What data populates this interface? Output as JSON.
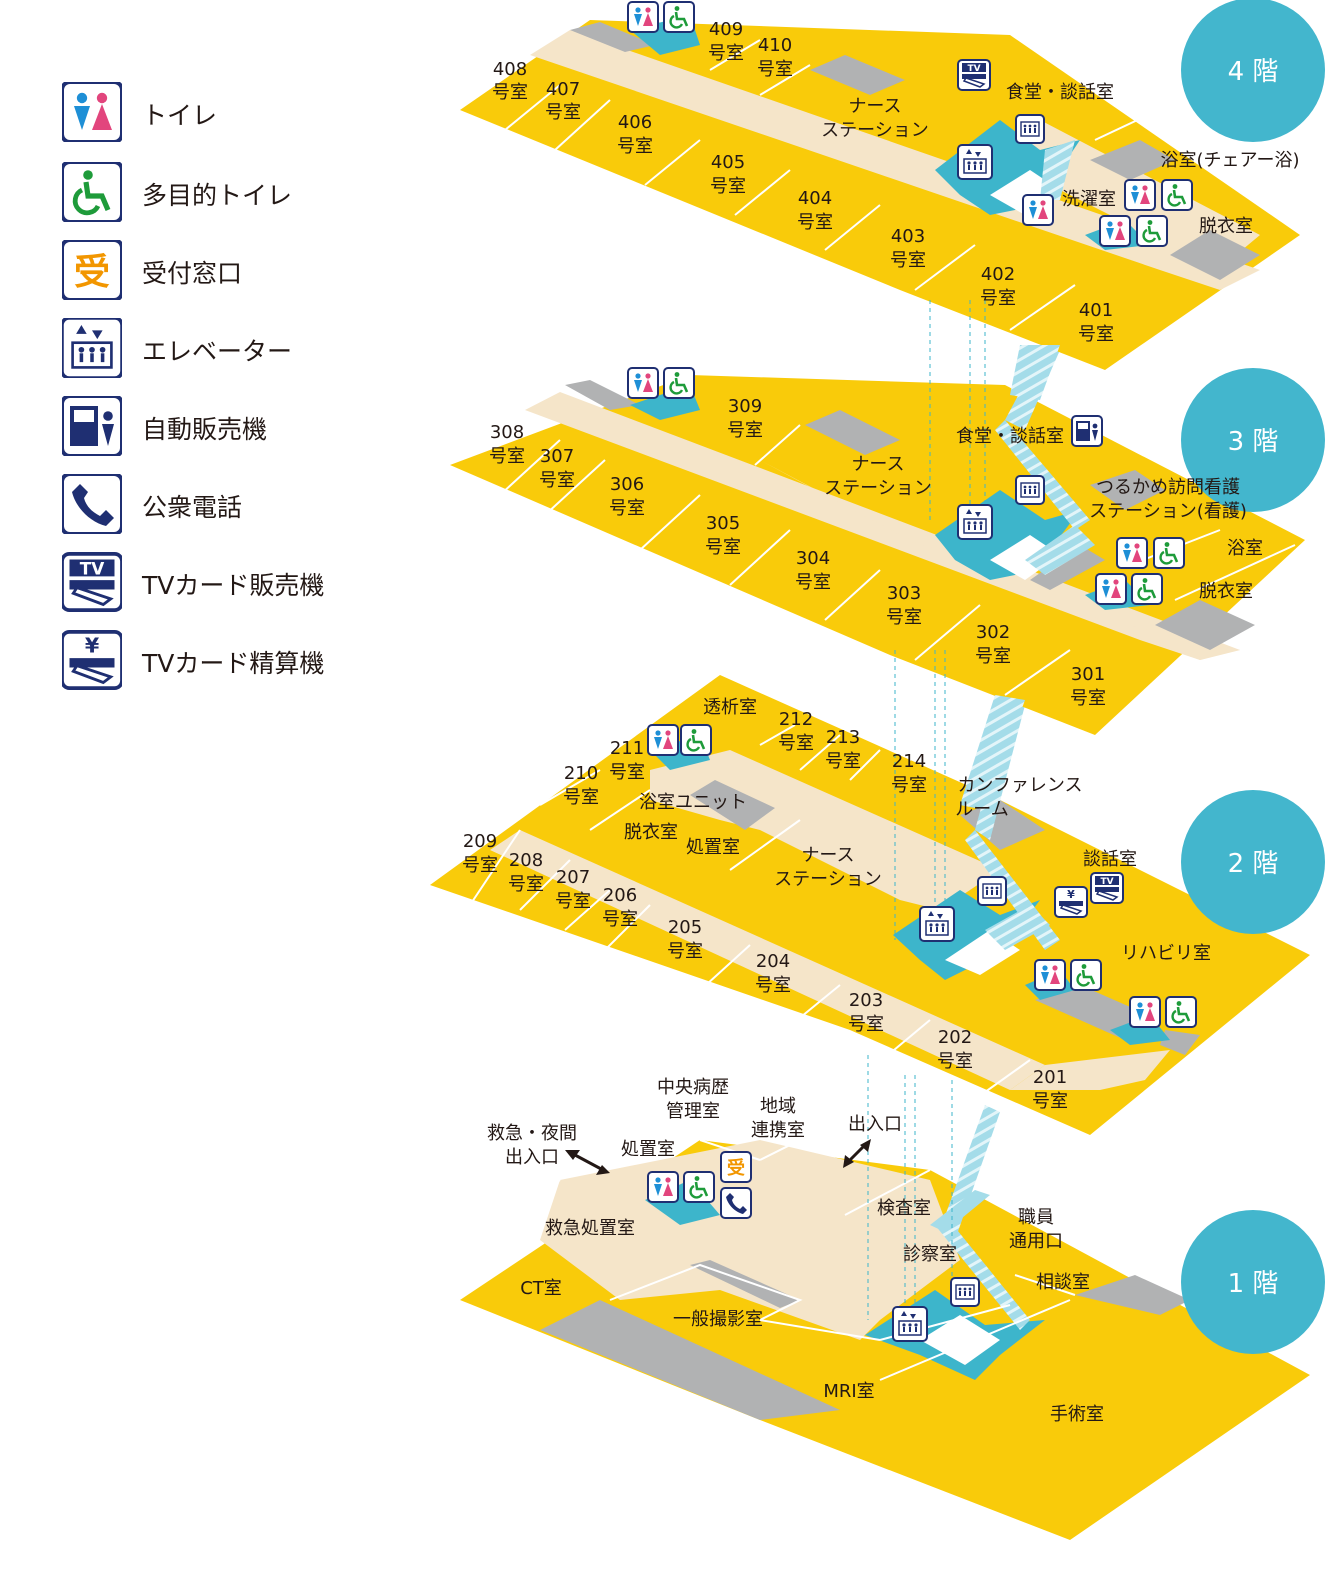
{
  "legend": [
    {
      "icon": "toilet-icon",
      "label": "トイレ"
    },
    {
      "icon": "accessible-toilet-icon",
      "label": "多目的トイレ"
    },
    {
      "icon": "reception-icon",
      "label": "受付窓口",
      "glyph": "受"
    },
    {
      "icon": "elevator-icon",
      "label": "エレベーター"
    },
    {
      "icon": "vending-machine-icon",
      "label": "自動販売機"
    },
    {
      "icon": "public-phone-icon",
      "label": "公衆電話"
    },
    {
      "icon": "tv-card-vending-icon",
      "label": "TVカード販売機",
      "glyph": "TV"
    },
    {
      "icon": "tv-card-settlement-icon",
      "label": "TVカード精算機",
      "glyph": "¥"
    }
  ],
  "colors": {
    "room": "#f9cb0a",
    "corridor": "#f5e5c9",
    "gray_area": "#b1b2b3",
    "elevator_hall": "#3db5cb",
    "stairs": "#a4dce9",
    "floor_badge": "#43b6cd",
    "icon_border": "#1f2f72",
    "toilet_blue": "#1e8fd6",
    "toilet_pink": "#e2457d",
    "accessible_green": "#1e9b3a",
    "reception_orange": "#f29600",
    "elevator_blue": "#1f2f72"
  },
  "floors": {
    "f4": {
      "badge": "4 階",
      "rooms": [
        {
          "num": "408",
          "unit": "号室"
        },
        {
          "num": "407",
          "unit": "号室"
        },
        {
          "num": "406",
          "unit": "号室"
        },
        {
          "num": "405",
          "unit": "号室"
        },
        {
          "num": "404",
          "unit": "号室"
        },
        {
          "num": "403",
          "unit": "号室"
        },
        {
          "num": "402",
          "unit": "号室"
        },
        {
          "num": "401",
          "unit": "号室"
        },
        {
          "num": "409",
          "unit": "号室"
        },
        {
          "num": "410",
          "unit": "号室"
        }
      ],
      "nurse_1": "ナース",
      "nurse_2": "ステーション",
      "dining": "食堂・談話室",
      "bath": "浴室(チェアー浴)",
      "laundry": "洗濯室",
      "dressing": "脱衣室"
    },
    "f3": {
      "badge": "3 階",
      "rooms": [
        {
          "num": "308",
          "unit": "号室"
        },
        {
          "num": "307",
          "unit": "号室"
        },
        {
          "num": "306",
          "unit": "号室"
        },
        {
          "num": "305",
          "unit": "号室"
        },
        {
          "num": "304",
          "unit": "号室"
        },
        {
          "num": "303",
          "unit": "号室"
        },
        {
          "num": "302",
          "unit": "号室"
        },
        {
          "num": "301",
          "unit": "号室"
        },
        {
          "num": "309",
          "unit": "号室"
        }
      ],
      "nurse_1": "ナース",
      "nurse_2": "ステーション",
      "dining": "食堂・談話室",
      "visiting_1": "つるかめ訪問看護",
      "visiting_2": "ステーション(看護)",
      "bath": "浴室",
      "dressing": "脱衣室"
    },
    "f2": {
      "badge": "2 階",
      "rooms": [
        {
          "num": "209",
          "unit": "号室"
        },
        {
          "num": "208",
          "unit": "号室"
        },
        {
          "num": "207",
          "unit": "号室"
        },
        {
          "num": "206",
          "unit": "号室"
        },
        {
          "num": "205",
          "unit": "号室"
        },
        {
          "num": "204",
          "unit": "号室"
        },
        {
          "num": "203",
          "unit": "号室"
        },
        {
          "num": "202",
          "unit": "号室"
        },
        {
          "num": "201",
          "unit": "号室"
        },
        {
          "num": "210",
          "unit": "号室"
        },
        {
          "num": "211",
          "unit": "号室"
        },
        {
          "num": "212",
          "unit": "号室"
        },
        {
          "num": "213",
          "unit": "号室"
        },
        {
          "num": "214",
          "unit": "号室"
        }
      ],
      "dialysis": "透析室",
      "bath_unit": "浴室ユニット",
      "dressing": "脱衣室",
      "treatment": "処置室",
      "nurse_1": "ナース",
      "nurse_2": "ステーション",
      "conference_1": "カンファレンス",
      "conference_2": "ルーム",
      "lounge": "談話室",
      "rehab": "リハビリ室"
    },
    "f1": {
      "badge": "1 階",
      "records_1": "中央病歴",
      "records_2": "管理室",
      "regional_1": "地域",
      "regional_2": "連携室",
      "emergency_entrance_1": "救急・夜間",
      "emergency_entrance_2": "出入口",
      "entrance": "出入口",
      "treatment": "処置室",
      "emergency_treatment": "救急処置室",
      "ct": "CT室",
      "xray": "一般撮影室",
      "mri": "MRI室",
      "exam": "検査室",
      "consult": "診察室",
      "staff_1": "職員",
      "staff_2": "通用口",
      "counsel": "相談室",
      "surgery": "手術室",
      "reception": "受"
    }
  }
}
